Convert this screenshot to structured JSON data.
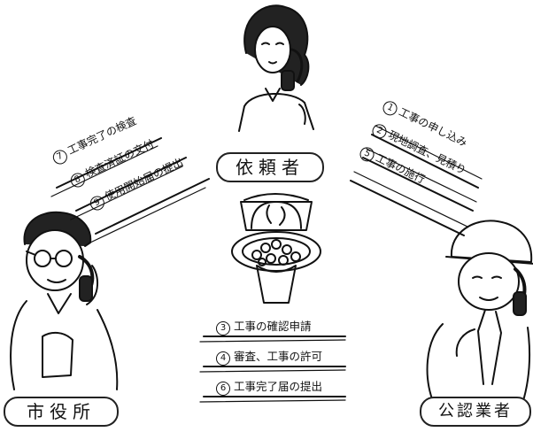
{
  "parties": {
    "requester": "依頼者",
    "city_office": "市役所",
    "contractor": "公認業者"
  },
  "steps": {
    "s1": {
      "num": "1",
      "text": "工事の申し込み"
    },
    "s2": {
      "num": "2",
      "text": "現地調査、見積り"
    },
    "s3": {
      "num": "3",
      "text": "工事の確認申請"
    },
    "s4": {
      "num": "4",
      "text": "審査、工事の許可"
    },
    "s5": {
      "num": "5",
      "text": "工事の施行"
    },
    "s6": {
      "num": "6",
      "text": "工事完了届の提出"
    },
    "s7": {
      "num": "7",
      "text": "工事完了の検査"
    },
    "s8": {
      "num": "8",
      "text": "検査済証の交付"
    },
    "s9": {
      "num": "9",
      "text": "使用開始届の提出"
    }
  }
}
